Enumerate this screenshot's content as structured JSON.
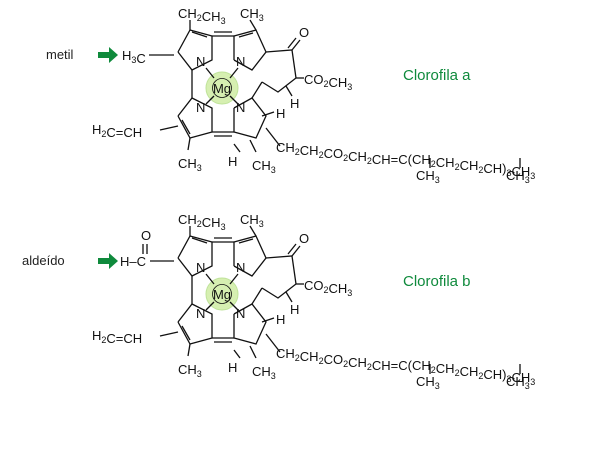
{
  "colors": {
    "accent": "#0f8a3c",
    "mg_highlight": "#d6efb1",
    "ink": "#111111"
  },
  "icons": [
    "right-arrow-icon"
  ],
  "molecules": [
    {
      "name": "Clorofila a",
      "label": "metil",
      "label_group": "H3C",
      "ethyl": "CH2CH3",
      "methyl_top": "CH3",
      "ester": "CO2CH3",
      "vinyl": "H2C=CH",
      "methyl_bottom": "CH3",
      "h_ring": "H",
      "h_ester": "H",
      "h_lower": "H",
      "ch3_lower": "CH3",
      "metal": "Mg",
      "n_atom": "N",
      "oxo": "O",
      "phytyl_chain": "CH2CH2CO2CH2CH=C(CH2CH2CH2CH)3CH3",
      "phytyl_branch_1": "CH3",
      "phytyl_branch_2": "CH3"
    },
    {
      "name": "Clorofila b",
      "label": "aldeído",
      "label_group": "H–C",
      "aldehyde_o": "O",
      "ethyl": "CH2CH3",
      "methyl_top": "CH3",
      "ester": "CO2CH3",
      "vinyl": "H2C=CH",
      "methyl_bottom": "CH3",
      "h_ring": "H",
      "h_ester": "H",
      "h_lower": "H",
      "ch3_lower": "CH3",
      "metal": "Mg",
      "n_atom": "N",
      "oxo": "O",
      "phytyl_chain": "CH2CH2CO2CH2CH=C(CH2CH2CH2CH)3CH3",
      "phytyl_branch_1": "CH3",
      "phytyl_branch_2": "CH3"
    }
  ]
}
